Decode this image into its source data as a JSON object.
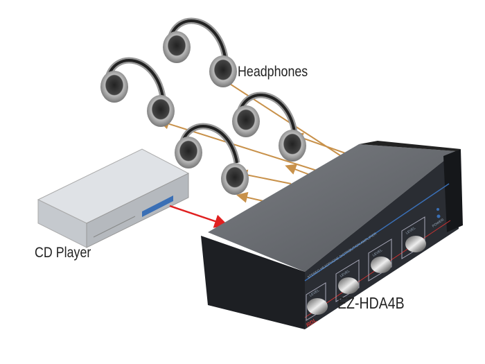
{
  "labels": {
    "headphones": "Headphones",
    "cd_player": "CD Player",
    "device": "EZ-HDA4B"
  },
  "device_panel": {
    "title": "STEREO HEADPHONE DISTRIBUTION AMPLIFIER",
    "knob_label": "LEVEL",
    "power_label": "POWER",
    "brand": "RDL"
  },
  "colors": {
    "signal_in": "#e02020",
    "signal_out": "#c8914a",
    "device_body": "#2a2d33",
    "device_top": "#6a6d72"
  }
}
